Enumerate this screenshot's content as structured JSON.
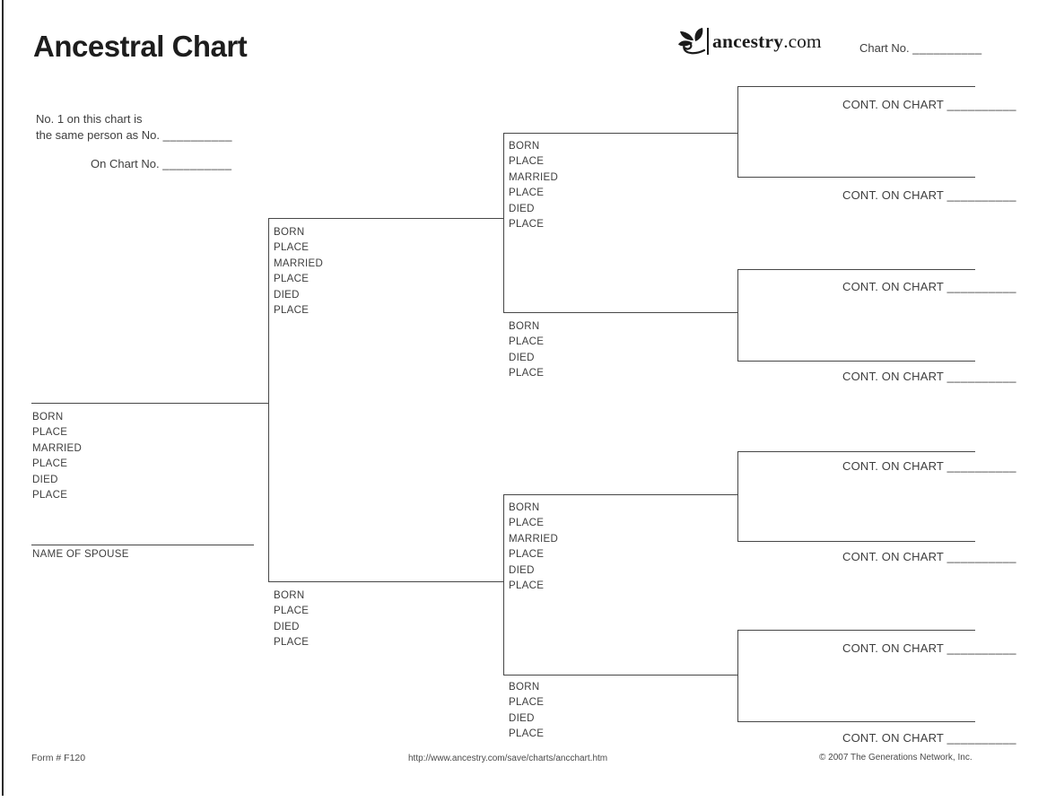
{
  "title": "Ancestral Chart",
  "logo": {
    "brand": "ancestry",
    "tld": ".com"
  },
  "chart_no": {
    "label": "Chart No.",
    "blank": "__________"
  },
  "reference": {
    "line1": "No. 1 on this chart is",
    "line2": "the same person as No.",
    "line2_blank": "__________",
    "line3": "On Chart No.",
    "line3_blank": "__________"
  },
  "field_labels": {
    "full": [
      "BORN",
      "PLACE",
      "MARRIED",
      "PLACE",
      "DIED",
      "PLACE"
    ],
    "short": [
      "BORN",
      "PLACE",
      "DIED",
      "PLACE"
    ],
    "spouse": "NAME OF SPOUSE"
  },
  "cont": {
    "label": "CONT. ON CHART",
    "blank": "__________"
  },
  "footer": {
    "form": "Form # F120",
    "url": "http://www.ancestry.com/save/charts/ancchart.htm",
    "copyright": "© 2007 The Generations Network, Inc."
  },
  "colors": {
    "line": "#474747",
    "text": "#3e3e3e",
    "ink": "#1d1d1d"
  }
}
